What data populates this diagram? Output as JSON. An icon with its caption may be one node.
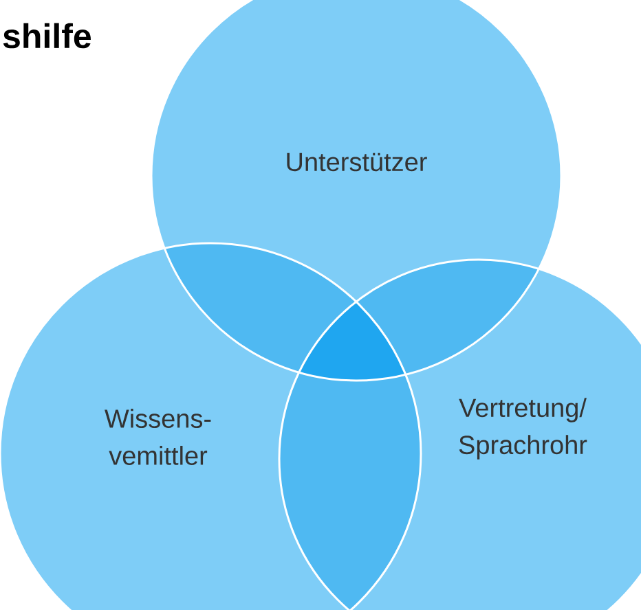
{
  "diagram": {
    "title": "shilfe",
    "nodes": [
      {
        "text": [
          "Unterstützer"
        ]
      },
      {
        "text": [
          "Wissens- vemittler"
        ]
      },
      {
        "text": [
          "Vertretung/ Sprachrohr"
        ]
      }
    ]
  }
}
